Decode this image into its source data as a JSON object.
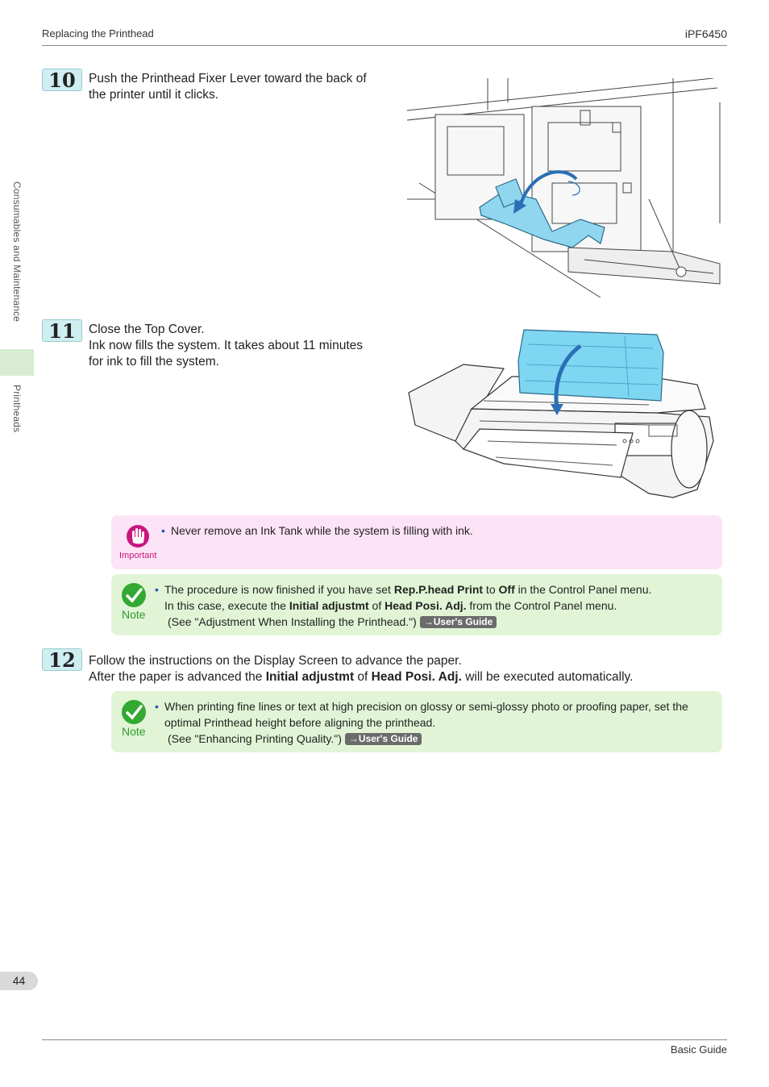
{
  "header": {
    "section": "Replacing the Printhead",
    "model": "iPF6450"
  },
  "sidebar": {
    "chapter": "Consumables and Maintenance",
    "section": "Printheads"
  },
  "steps": [
    {
      "number": "10",
      "lines": [
        "Push the Printhead Fixer Lever toward the back of",
        "the printer until it clicks."
      ]
    },
    {
      "number": "11",
      "lines": [
        "Close the Top Cover.",
        "Ink now fills the system. It takes about 11 minutes",
        "for ink to fill the system."
      ]
    },
    {
      "number": "12",
      "line1": "Follow the instructions on the Display Screen to advance the paper.",
      "line2_pre": "After the paper is advanced the ",
      "line2_b1": "Initial adjustmt",
      "line2_mid": " of ",
      "line2_b2": "Head Posi. Adj.",
      "line2_post": " will be executed automatically."
    }
  ],
  "important": {
    "label": "Important",
    "text": "Never remove an Ink Tank while the system is filling with ink."
  },
  "note1": {
    "label": "Note",
    "l1_pre": "The procedure is now finished if you have set ",
    "l1_b1": "Rep.P.head Print",
    "l1_mid": " to ",
    "l1_b2": "Off",
    "l1_post": " in the Control Panel menu.",
    "l2_pre": "In this case, execute the ",
    "l2_b1": "Initial adjustmt",
    "l2_mid": " of ",
    "l2_b2": "Head Posi. Adj.",
    "l2_post": " from the Control Panel menu.",
    "ref": "(See \"Adjustment When Installing the Printhead.\")",
    "link": "→User's Guide"
  },
  "note2": {
    "label": "Note",
    "l1": "When printing fine lines or text at high precision on glossy or semi-glossy photo or proofing paper, set the",
    "l2": "optimal Printhead height before aligning the printhead.",
    "ref": "(See \"Enhancing Printing Quality.\")",
    "link": "→User's Guide"
  },
  "footer": {
    "page": "44",
    "guide": "Basic Guide"
  },
  "colors": {
    "important_bg": "#fde3f6",
    "important_accent": "#c8167e",
    "note_bg": "#e1f5d6",
    "note_accent": "#2d9a2d",
    "step_badge": "#cfeef2",
    "highlight_blue": "#7fd6f2"
  }
}
